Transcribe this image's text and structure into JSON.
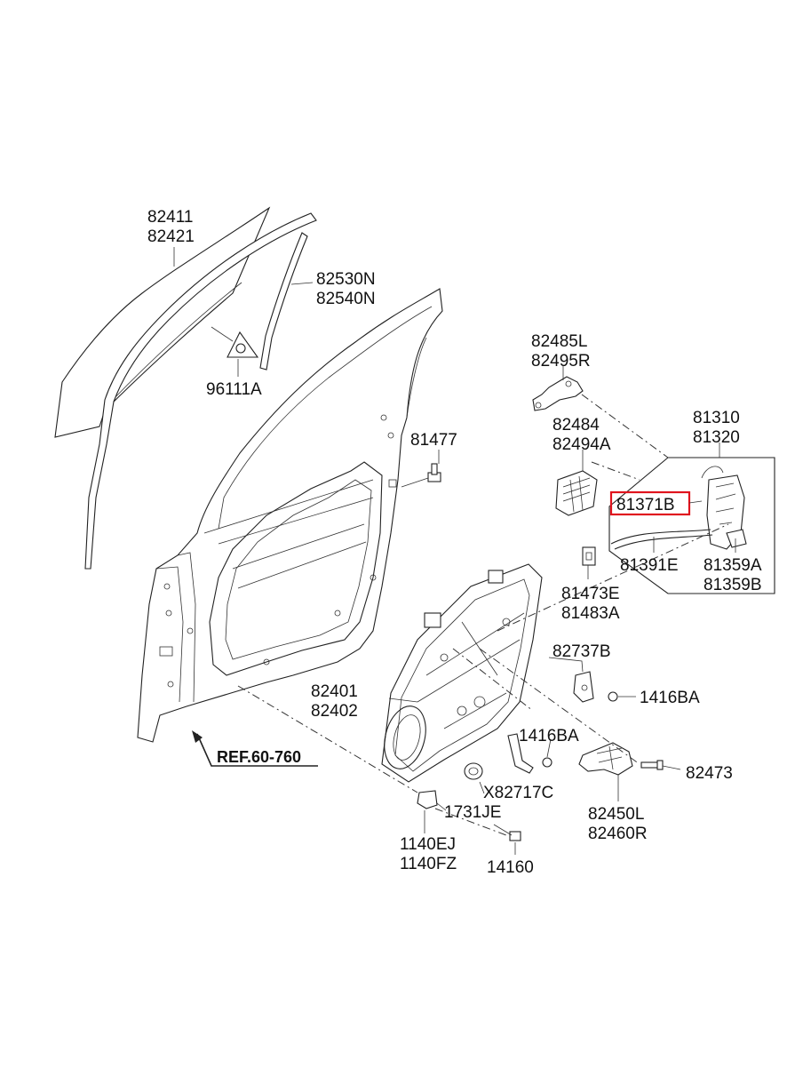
{
  "diagram": {
    "labels": {
      "glass": [
        "82411",
        "82421"
      ],
      "channel": [
        "82530N",
        "82540N"
      ],
      "sticker": "96111A",
      "bolt_81477": "81477",
      "inner_handle_bracket": [
        "82485L",
        "82495R"
      ],
      "inner_handle_cover": [
        "82484",
        "82494A"
      ],
      "latch": [
        "81310",
        "81320"
      ],
      "highlight": "81371B",
      "cable": "81391E",
      "latch_cap": [
        "81359A",
        "81359B"
      ],
      "striker_clip": [
        "81473E",
        "81483A"
      ],
      "panel": [
        "82401",
        "82402"
      ],
      "bracket_82737": "82737B",
      "nut_a": "1416BA",
      "nut_b": "1416BA",
      "grommet": "X82717C",
      "regulator_motor": [
        "82450L",
        "82460R"
      ],
      "screw_82473": "82473",
      "clip_1731": "1731JE",
      "clip_1140": [
        "1140EJ",
        "1140FZ"
      ],
      "bolt_14160": "14160",
      "ref": "REF.60-760"
    },
    "highlight_color": "#e0141e",
    "line_color": "#222222"
  }
}
